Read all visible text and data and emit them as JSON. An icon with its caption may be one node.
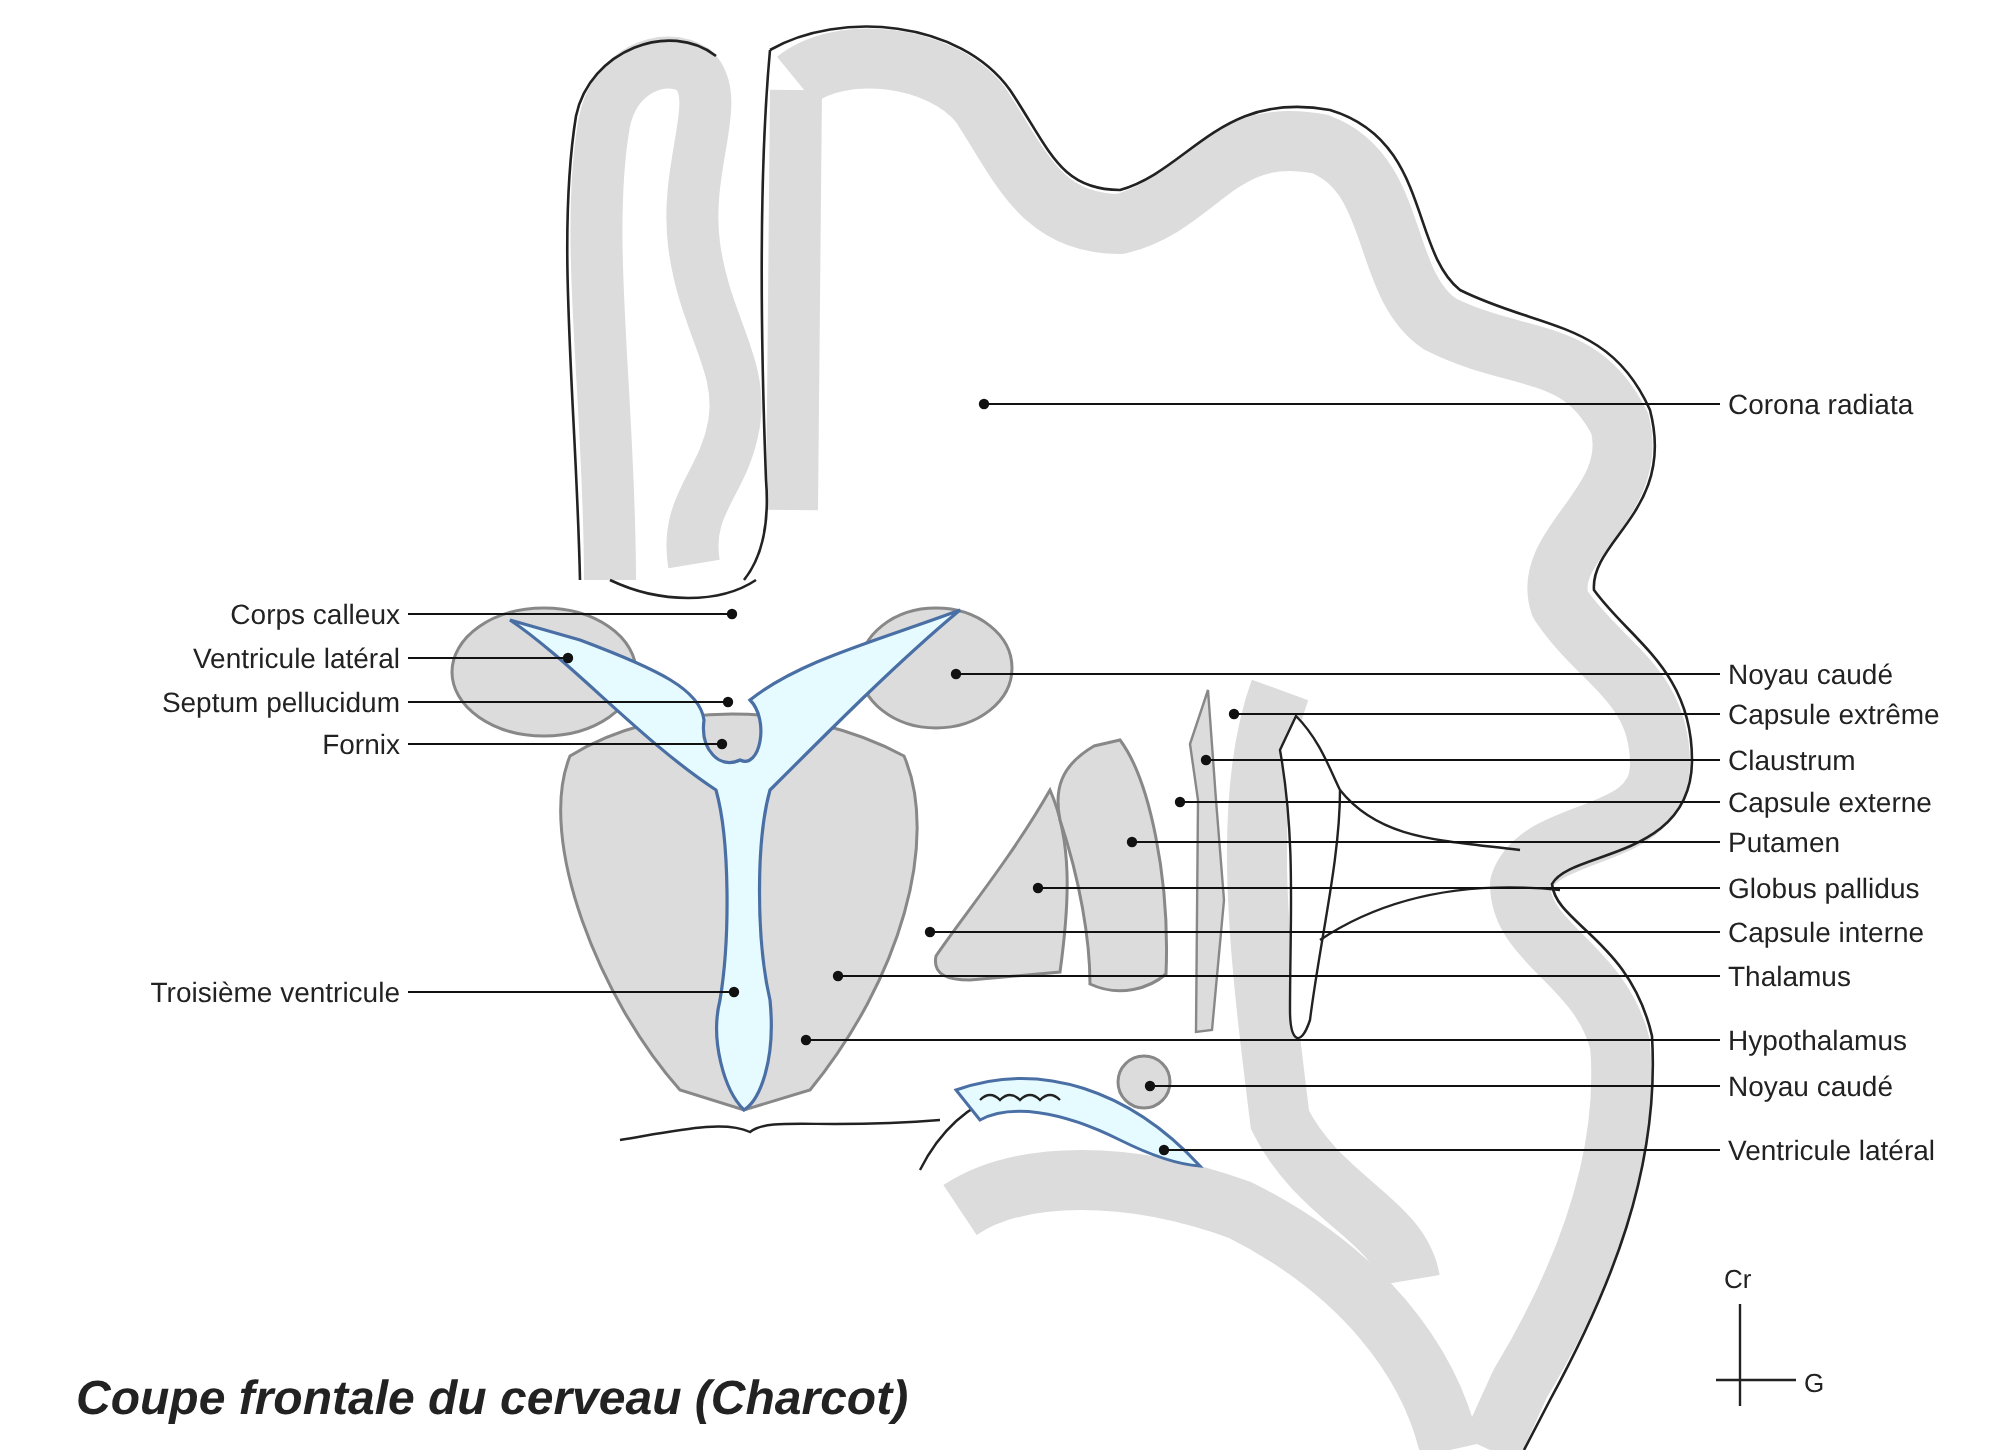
{
  "diagram": {
    "title": "Coupe frontale du cerveau (Charcot)",
    "nodes": [
      {
        "text": [
          "Corona radiata"
        ]
      },
      {
        "text": [
          "Corps calleux"
        ]
      },
      {
        "text": [
          "Ventricule latéral"
        ]
      },
      {
        "text": [
          "Septum pellucidum"
        ]
      },
      {
        "text": [
          "Noyau caudé"
        ]
      },
      {
        "text": [
          "Capsule extrême"
        ]
      },
      {
        "text": [
          "Fornix"
        ]
      },
      {
        "text": [
          "Claustrum"
        ]
      },
      {
        "text": [
          "Capsule externe"
        ]
      },
      {
        "text": [
          "Putamen"
        ]
      },
      {
        "text": [
          "Globus pallidus"
        ]
      },
      {
        "text": [
          "Capsule interne"
        ]
      },
      {
        "text": [
          "Thalamus"
        ]
      },
      {
        "text": [
          "Troisième ventricule"
        ]
      },
      {
        "text": [
          "Hypothalamus"
        ]
      },
      {
        "text": [
          "Noyau caudé"
        ]
      },
      {
        "text": [
          "Ventricule latéral"
        ]
      }
    ],
    "edges": [
      {
        "from": 0,
        "to": null,
        "arrow": "other"
      },
      {
        "from": 1,
        "to": null,
        "arrow": "other"
      },
      {
        "from": 2,
        "to": null,
        "arrow": "other"
      },
      {
        "from": 3,
        "to": null,
        "arrow": "other"
      },
      {
        "from": 4,
        "to": null,
        "arrow": "other"
      },
      {
        "from": 5,
        "to": null,
        "arrow": "other"
      },
      {
        "from": 6,
        "to": null,
        "arrow": "other"
      },
      {
        "from": 7,
        "to": null,
        "arrow": "other"
      },
      {
        "from": 8,
        "to": null,
        "arrow": "other"
      },
      {
        "from": 9,
        "to": null,
        "arrow": "other"
      },
      {
        "from": 10,
        "to": null,
        "arrow": "other"
      },
      {
        "from": 11,
        "to": null,
        "arrow": "other"
      },
      {
        "from": 12,
        "to": null,
        "arrow": "other"
      },
      {
        "from": 13,
        "to": null,
        "arrow": "other"
      },
      {
        "from": 14,
        "to": null,
        "arrow": "other"
      },
      {
        "from": 15,
        "to": null,
        "arrow": "other"
      },
      {
        "from": 16,
        "to": null,
        "arrow": "other"
      }
    ],
    "labels": [
      "Cr",
      "G"
    ]
  }
}
